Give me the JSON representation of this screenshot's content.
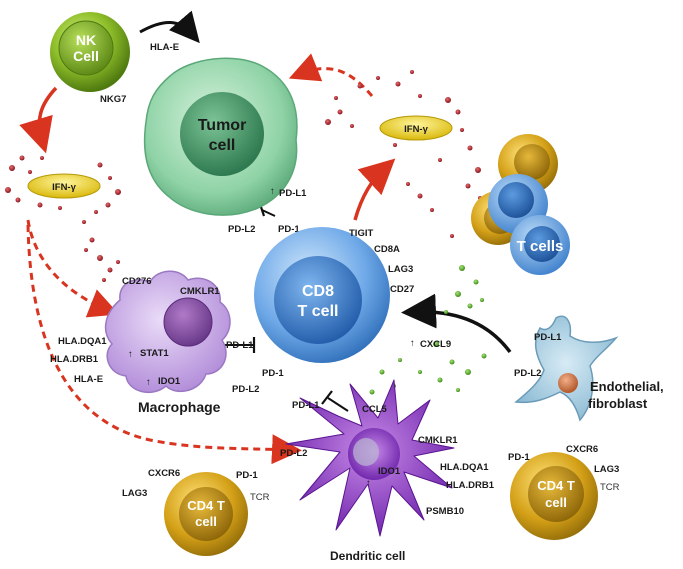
{
  "cells": {
    "nk": {
      "line1": "NK",
      "line2": "Cell",
      "marker": "NKG7"
    },
    "tumor": {
      "line1": "Tumor",
      "line2": "cell"
    },
    "cd8": {
      "line1": "CD8",
      "line2": "T cell"
    },
    "t_cells": {
      "label": "T cells"
    },
    "macrophage": {
      "caption": "Macrophage"
    },
    "dendritic": {
      "caption": "Dendritic cell"
    },
    "endothelial": {
      "line1": "Endothelial,",
      "line2": "fibroblast"
    },
    "cd4_left": {
      "line1": "CD4 T",
      "line2": "cell"
    },
    "cd4_right": {
      "line1": "CD4 T",
      "line2": "cell"
    }
  },
  "cytokines": {
    "ifng": "IFN-γ"
  },
  "labels": {
    "hla_e_nk": "HLA-E",
    "tumor_pdl1": "PD-L1",
    "tumor_pdl2": "PD-L2",
    "tumor_pd1": "PD-1",
    "cd8_tigit": "TIGIT",
    "cd8_cd8a": "CD8A",
    "cd8_lag3": "LAG3",
    "cd8_cd27": "CD27",
    "cd8_cxcl9": "CXCL9",
    "mac_cd276": "CD276",
    "mac_cmklr1": "CMKLR1",
    "mac_hladqa1": "HLA.DQA1",
    "mac_hladrb1": "HLA.DRB1",
    "mac_hlae": "HLA-E",
    "mac_stat1": "STAT1",
    "mac_ido1": "IDO1",
    "mac_pdl1": "PD-L1",
    "mac_pd1": "PD-1",
    "mac_pdl2": "PD-L2",
    "endo_pdl1": "PD-L1",
    "endo_pdl2": "PD-L2",
    "dc_pdl1": "PD-L1",
    "dc_pdl2": "PD-L2",
    "dc_ccl5": "CCL5",
    "dc_cmklr1": "CMKLR1",
    "dc_hladqa1": "HLA.DQA1",
    "dc_hladrb1": "HLA.DRB1",
    "dc_psmb10": "PSMB10",
    "dc_ido1": "IDO1",
    "cd4l_cxcr6": "CXCR6",
    "cd4l_pd1": "PD-1",
    "cd4l_lag3": "LAG3",
    "cd4l_tcr": "TCR",
    "cd4r_pd1": "PD-1",
    "cd4r_cxcr6": "CXCR6",
    "cd4r_lag3": "LAG3",
    "cd4r_tcr": "TCR"
  },
  "colors": {
    "nk": "#8fbf2a",
    "tumor": "#8fd3a6",
    "cd8": "#4a90d9",
    "macrophage": "#c9a8e8",
    "dendritic": "#8a3fc7",
    "endothelial": "#a9cde0",
    "cd4": "#d4a017",
    "ifng": "#e8d21a",
    "dashed_arrow": "#d9341f",
    "dots_red": "#b3232f",
    "dots_green": "#52b02a"
  }
}
